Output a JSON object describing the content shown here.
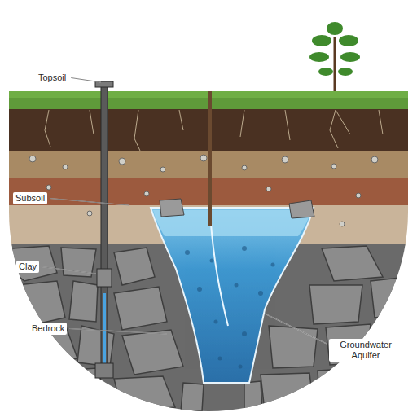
{
  "diagram": {
    "labels": [
      "Topsoil",
      "Subsoil",
      "Clay",
      "Bedrock",
      "Groundwater Aquifer"
    ]
  }
}
